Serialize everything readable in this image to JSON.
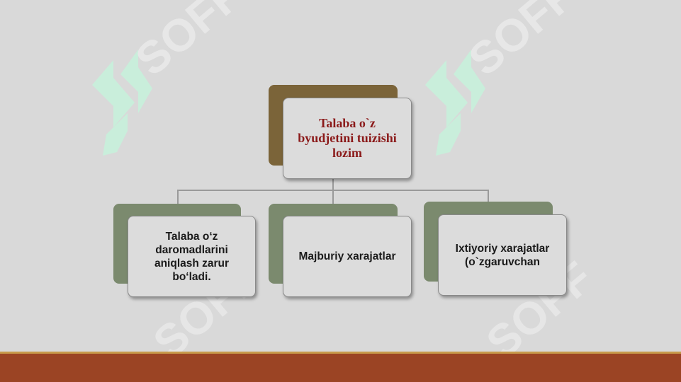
{
  "diagram": {
    "root": {
      "label": "Talaba o`z byudjetini tuizishi lozim"
    },
    "children": [
      {
        "label": "Talaba o‘z daromadlarini aniqlash zarur bo‘ladi."
      },
      {
        "label": "Majburiy xarajatlar"
      },
      {
        "label": "Ixtiyoriy xarajatlar (o`zgaruvchan"
      }
    ]
  },
  "watermark": {
    "text": "SOFF"
  },
  "colors": {
    "background": "#d9d9d9",
    "root_back": "#7b6439",
    "child_back": "#7b8a6e",
    "box_front": "#dcdcdc",
    "root_text": "#8b1a1a",
    "footer": "#9b4424",
    "footer_line": "#c89a4a"
  }
}
